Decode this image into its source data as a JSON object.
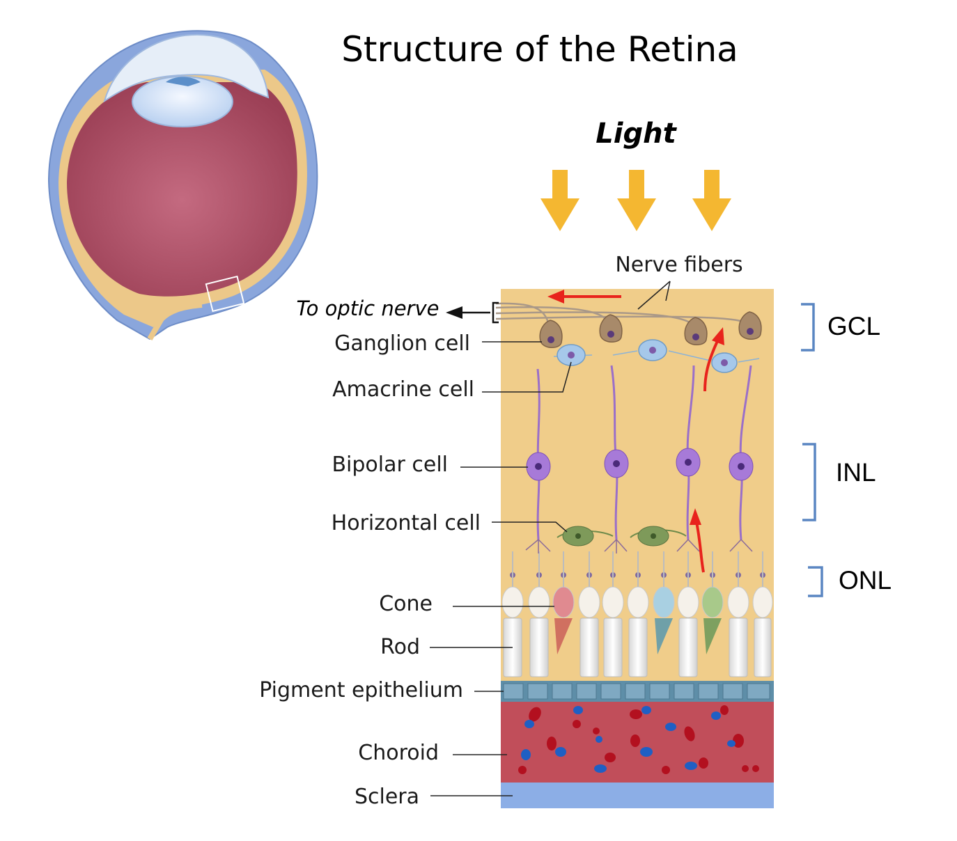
{
  "title": "Structure of the Retina",
  "light_label": "Light",
  "nerve_fibers_label": "Nerve fibers",
  "optic_nerve_label": "To optic nerve",
  "cell_labels": {
    "ganglion": "Ganglion cell",
    "amacrine": "Amacrine cell",
    "bipolar": "Bipolar cell",
    "horizontal": "Horizontal cell",
    "cone": "Cone",
    "rod": "Rod",
    "pigment": "Pigment epithelium",
    "choroid": "Choroid",
    "sclera": "Sclera"
  },
  "layer_labels": {
    "gcl": "GCL",
    "inl": "INL",
    "onl": "ONL"
  },
  "colors": {
    "retina_bg": "#f0cd8a",
    "choroid": "#c14e5a",
    "sclera": "#8caee6",
    "pigment": "#5e8ea8",
    "arrow_yellow": "#f4b731",
    "signal_red": "#e8231c",
    "bracket_blue": "#5a86c2",
    "ganglion": "#a88a6a",
    "amacrine": "#a6c8ea",
    "bipolar": "#a77ad8",
    "horizontal": "#7e9a5a"
  }
}
